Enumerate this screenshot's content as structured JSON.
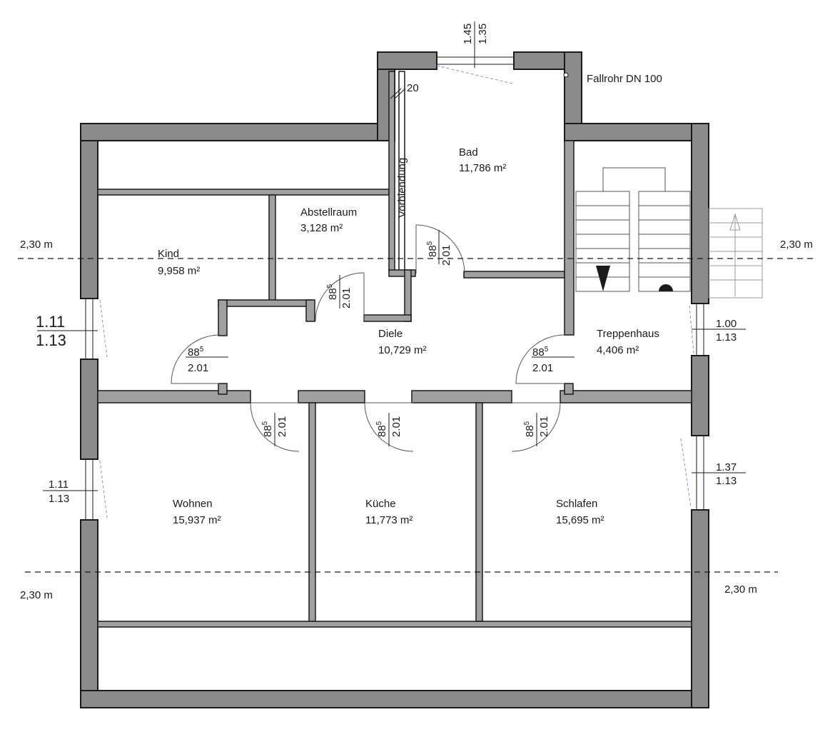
{
  "rooms": [
    {
      "id": "bad",
      "name": "Bad",
      "area": "11,786 m²"
    },
    {
      "id": "abstellraum",
      "name": "Abstellraum",
      "area": "3,128 m²"
    },
    {
      "id": "kind",
      "name": "Kind",
      "area": "9,958 m²"
    },
    {
      "id": "diele",
      "name": "Diele",
      "area": "10,729 m²"
    },
    {
      "id": "treppenhaus",
      "name": "Treppenhaus",
      "area": "4,406 m²"
    },
    {
      "id": "wohnen",
      "name": "Wohnen",
      "area": "15,937 m²"
    },
    {
      "id": "kueche",
      "name": "Küche",
      "area": "11,773 m²"
    },
    {
      "id": "schlafen",
      "name": "Schlafen",
      "area": "15,695 m²"
    }
  ],
  "labels": {
    "fallrohr": "Fallrohr DN 100",
    "vorblendung": "Vorblendung",
    "wall_thickness": "20"
  },
  "height_lines": {
    "upper_left": "2,30 m",
    "upper_right": "2,30 m",
    "lower_left": "2,30 m",
    "lower_right": "2,30 m"
  },
  "windows": {
    "top_bad": {
      "width": "1.45",
      "height": "1.35"
    },
    "left_kind": {
      "width": "1.11",
      "height": "1.13"
    },
    "left_wohnen": {
      "width": "1.11",
      "height": "1.13"
    },
    "right_treppenhaus": {
      "width": "1.00",
      "height": "1.13"
    },
    "right_schlafen": {
      "width": "1.37",
      "height": "1.13"
    }
  },
  "doors": {
    "bad": {
      "width": "88",
      "sup": "5",
      "height": "2.01"
    },
    "abstellraum": {
      "width": "88",
      "sup": "5",
      "height": "2.01"
    },
    "kind": {
      "width": "88",
      "sup": "5",
      "height": "2.01"
    },
    "treppenhaus": {
      "width": "88",
      "sup": "5",
      "height": "2.01"
    },
    "wohnen": {
      "width": "88",
      "sup": "5",
      "height": "2.01"
    },
    "kueche": {
      "width": "88",
      "sup": "5",
      "height": "2.01"
    },
    "schlafen": {
      "width": "88",
      "sup": "5",
      "height": "2.01"
    }
  },
  "colors": {
    "wall_fill": "#8a8a8a",
    "wall_stroke": "#1a1a1a",
    "inner_wall_fill": "#a0a0a0",
    "window_swing": "#8c8ce0"
  }
}
